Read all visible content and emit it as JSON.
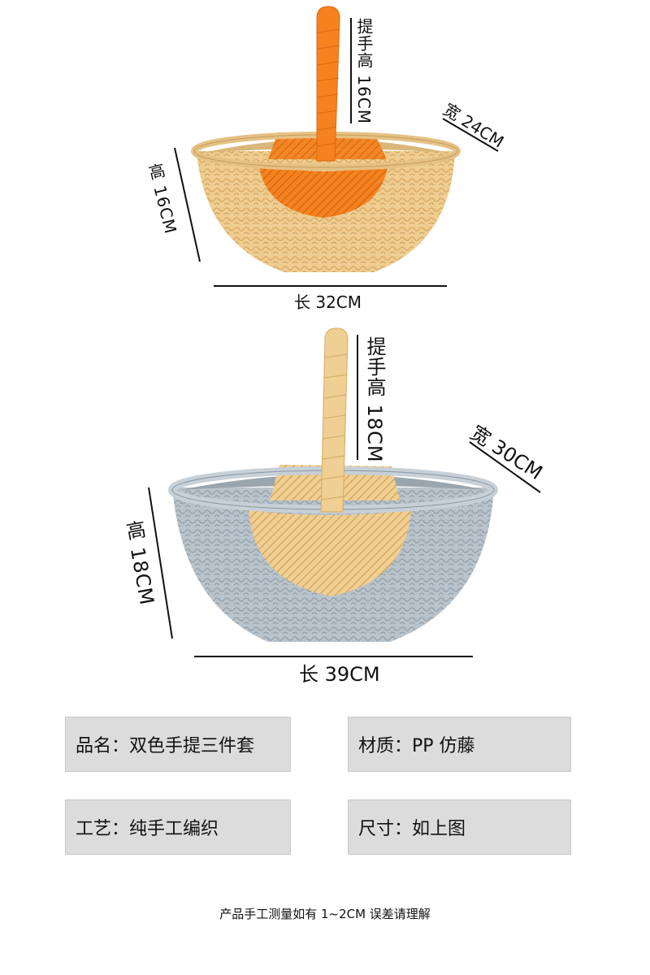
{
  "basket_small": {
    "handle_height_label": "提手高 16CM",
    "width_label": "宽 24CM",
    "height_label": "高 16CM",
    "length_label": "长 32CM",
    "colors": {
      "body": "#efcd90",
      "body_dark": "#d9ad66",
      "accent": "#f5821f",
      "accent_dark": "#d86a10"
    }
  },
  "basket_large": {
    "handle_height_label": "提手高 18CM",
    "width_label": "宽 30CM",
    "height_label": "高 18CM",
    "length_label": "长 39CM",
    "colors": {
      "body": "#b9c3cc",
      "body_dark": "#98a4ae",
      "accent": "#efcf93",
      "accent_dark": "#d6aa62"
    }
  },
  "info": {
    "name": "品名：双色手提三件套",
    "material": "材质：PP 仿藤",
    "craft": "工艺：纯手工编织",
    "size": "尺寸：如上图"
  },
  "footer_note": "产品手工测量如有 1~2CM 误差请理解"
}
